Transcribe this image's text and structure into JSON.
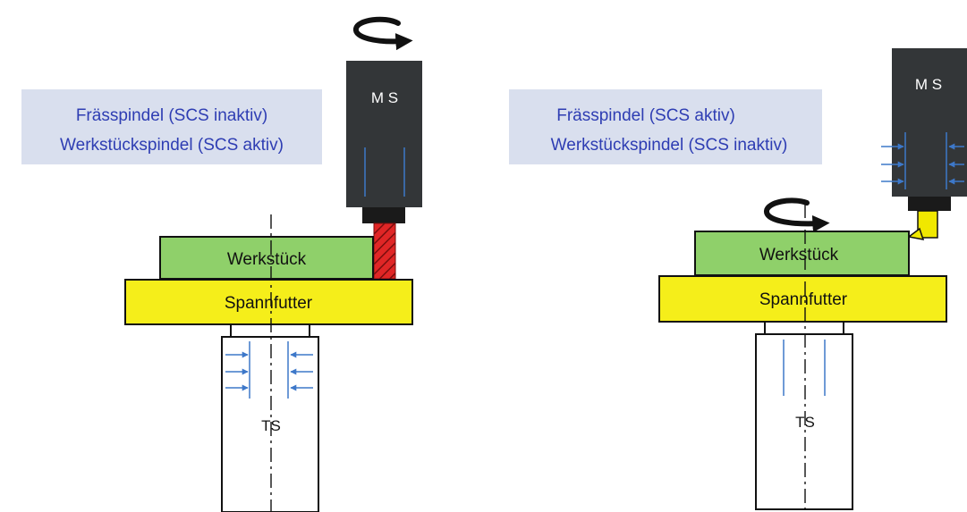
{
  "left": {
    "legend": {
      "line1": "Frässpindel (SCS inaktiv)",
      "line2": "Werkstückspindel (SCS aktiv)"
    },
    "motor_spindle_label": "M S",
    "workpiece_label": "Werkstück",
    "chuck_label": "Spannfutter",
    "turning_spindle_label": "TS"
  },
  "right": {
    "legend": {
      "line1": "Frässpindel (SCS aktiv)",
      "line2": "Werkstückspindel (SCS inaktiv)"
    },
    "motor_spindle_label": "M S",
    "workpiece_label": "Werkstück",
    "chuck_label": "Spannfutter",
    "turning_spindle_label": "TS"
  },
  "colors": {
    "legend_bg": "#d9dfee",
    "legend_text": "#2e3db3",
    "motor_body": "#333638",
    "workpiece": "#8fd06a",
    "chuck": "#f5ee1a",
    "milling_tool_left": "#e02626",
    "milling_tool_right": "#f0e800",
    "clamp_arrow": "#3d78c9"
  },
  "icons": {
    "rotation": "rotation-arrow-icon",
    "clamp": "clamping-arrow-icon"
  }
}
